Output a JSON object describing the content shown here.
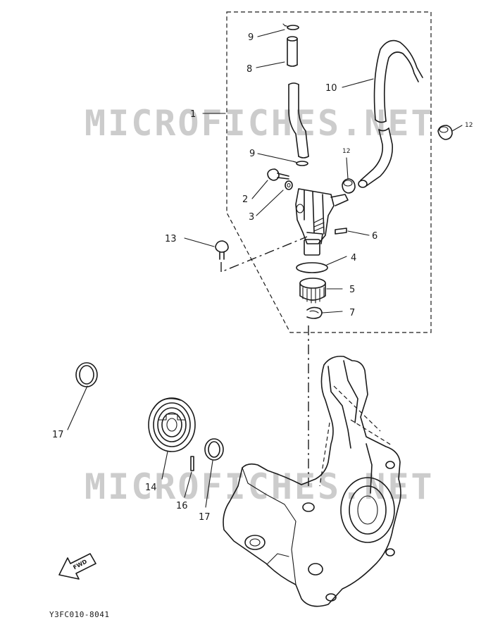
{
  "diagram": {
    "code": "Y3FC010-8041",
    "watermark": "MICROFICHES.NET",
    "fwd_label": "FWD",
    "callouts": {
      "c1": "1",
      "c2": "2",
      "c3": "3",
      "c4": "4",
      "c5": "5",
      "c6": "6",
      "c7": "7",
      "c8": "8",
      "c9a": "9",
      "c9b": "9",
      "c10": "10",
      "c12a": "12",
      "c12b": "12",
      "c13": "13",
      "c14": "14",
      "c16": "16",
      "c17a": "17",
      "c17b": "17"
    }
  }
}
